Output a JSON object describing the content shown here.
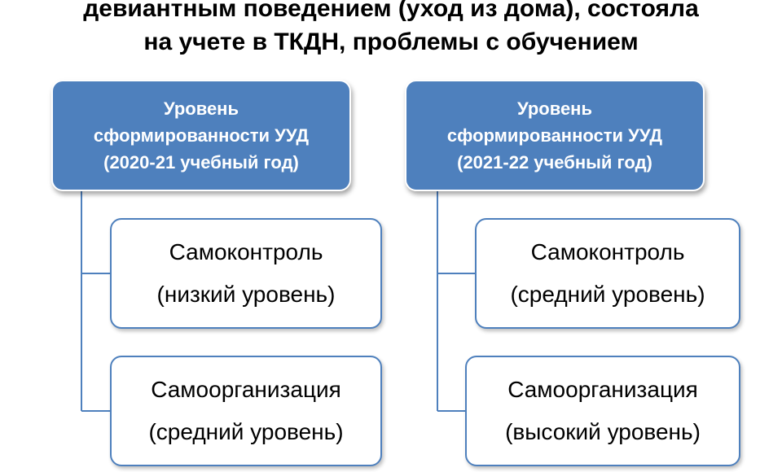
{
  "title": {
    "line1": "девиантным поведением (уход из дома), состояла",
    "line2": "на учете в ТКДН,  проблемы с обучением"
  },
  "columns": [
    {
      "header": {
        "line1": "Уровень",
        "line2": "сформированности УУД",
        "line3": "(2020-21 учебный год)"
      },
      "items": [
        {
          "line1": "Самоконтроль",
          "line2": "(низкий уровень)"
        },
        {
          "line1": "Самоорганизация",
          "line2": "(средний уровень)"
        }
      ]
    },
    {
      "header": {
        "line1": "Уровень",
        "line2": "сформированности УУД",
        "line3": "(2021-22 учебный год)"
      },
      "items": [
        {
          "line1": "Самоконтроль",
          "line2": "(средний уровень)"
        },
        {
          "line1": "Самоорганизация",
          "line2": "(высокий уровень)"
        }
      ]
    }
  ],
  "colors": {
    "header_fill": "#4e80bd",
    "box_border": "#4e80bd",
    "connector": "#4e80bd",
    "title_text": "#000000"
  }
}
